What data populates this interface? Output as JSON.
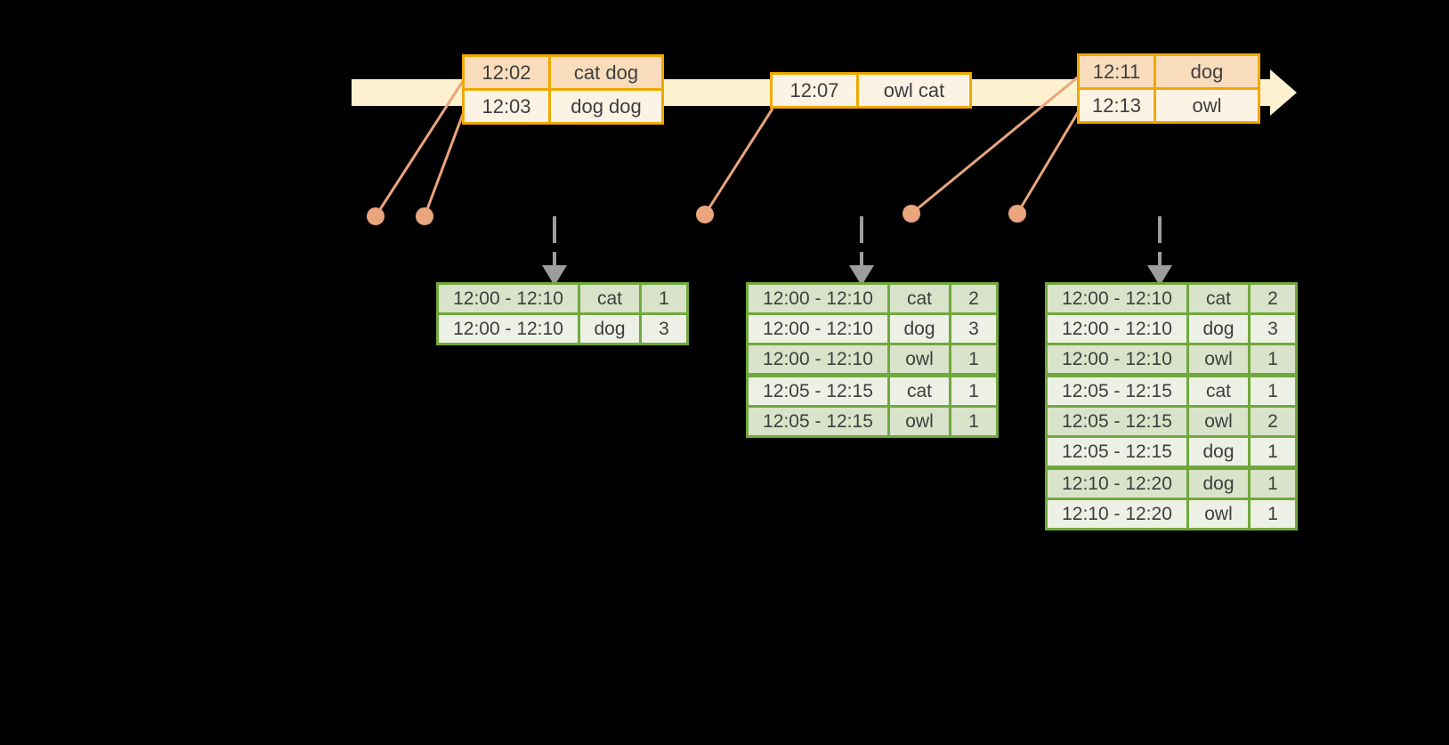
{
  "colors": {
    "timeline_band": "#fdf1cf",
    "event_border": "#f0a800",
    "event_row_dark": "#f8dcbb",
    "event_row_light": "#fdf3e4",
    "connector": "#eaa57c",
    "dashed_arrow": "#9d9d9d",
    "result_border": "#70a83d",
    "result_row_dark": "#d9e3c9",
    "result_row_light": "#edf1e5",
    "text": "#3e3e3e"
  },
  "event_tables": [
    {
      "rows": [
        {
          "time": "12:02",
          "words": "cat dog"
        },
        {
          "time": "12:03",
          "words": "dog dog"
        }
      ]
    },
    {
      "rows": [
        {
          "time": "12:07",
          "words": "owl cat"
        }
      ]
    },
    {
      "rows": [
        {
          "time": "12:11",
          "words": "dog"
        },
        {
          "time": "12:13",
          "words": "owl"
        }
      ]
    }
  ],
  "result_tables": [
    {
      "group_starts": [],
      "rows": [
        {
          "window": "12:00 - 12:10",
          "word": "cat",
          "count": "1"
        },
        {
          "window": "12:00 - 12:10",
          "word": "dog",
          "count": "3"
        }
      ]
    },
    {
      "group_starts": [
        3
      ],
      "rows": [
        {
          "window": "12:00 - 12:10",
          "word": "cat",
          "count": "2"
        },
        {
          "window": "12:00 - 12:10",
          "word": "dog",
          "count": "3"
        },
        {
          "window": "12:00 - 12:10",
          "word": "owl",
          "count": "1"
        },
        {
          "window": "12:05 - 12:15",
          "word": "cat",
          "count": "1"
        },
        {
          "window": "12:05 - 12:15",
          "word": "owl",
          "count": "1"
        }
      ]
    },
    {
      "group_starts": [
        3,
        6
      ],
      "rows": [
        {
          "window": "12:00 - 12:10",
          "word": "cat",
          "count": "2"
        },
        {
          "window": "12:00 - 12:10",
          "word": "dog",
          "count": "3"
        },
        {
          "window": "12:00 - 12:10",
          "word": "owl",
          "count": "1"
        },
        {
          "window": "12:05 - 12:15",
          "word": "cat",
          "count": "1"
        },
        {
          "window": "12:05 - 12:15",
          "word": "owl",
          "count": "2"
        },
        {
          "window": "12:05 - 12:15",
          "word": "dog",
          "count": "1"
        },
        {
          "window": "12:10 - 12:20",
          "word": "dog",
          "count": "1"
        },
        {
          "window": "12:10 - 12:20",
          "word": "owl",
          "count": "1"
        }
      ]
    }
  ]
}
